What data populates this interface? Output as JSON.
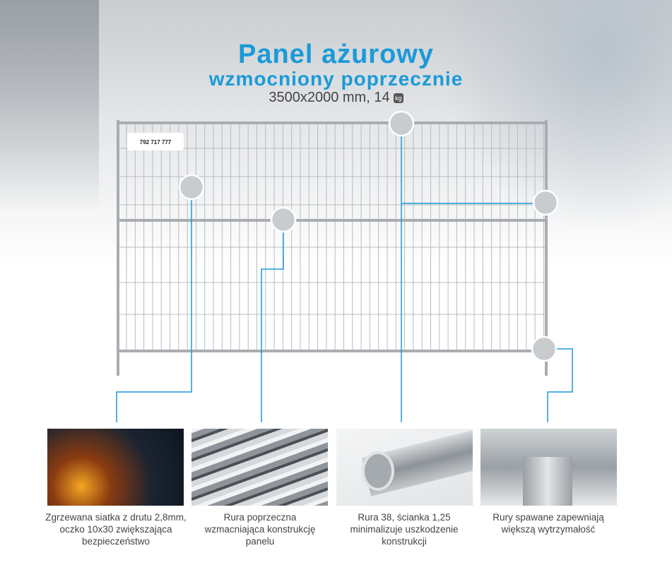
{
  "title": {
    "line1": "Panel ażurowy",
    "line2": "wzmocniony poprzecznie",
    "specs": "3500x2000 mm, 14",
    "weight_unit": "kg"
  },
  "sticker": {
    "phone": "792 717 777"
  },
  "accent_color": "#1a9ad9",
  "features": [
    {
      "caption": "Zgrzewana siatka z drutu 2,8mm, oczko 10x30 zwiększająca bezpieczeństwo",
      "image": "welding-worker-sparks"
    },
    {
      "caption": "Rura poprzeczna wzmacniająca konstrukcję panelu",
      "image": "steel-tubes"
    },
    {
      "caption": "Rura 38, ścianka 1,25 minimalizuje uszkodzenie konstrukcji",
      "image": "steel-pipe"
    },
    {
      "caption": "Rury spawane zapewniają większą wytrzymałość",
      "image": "welded-pipe-joint"
    }
  ]
}
